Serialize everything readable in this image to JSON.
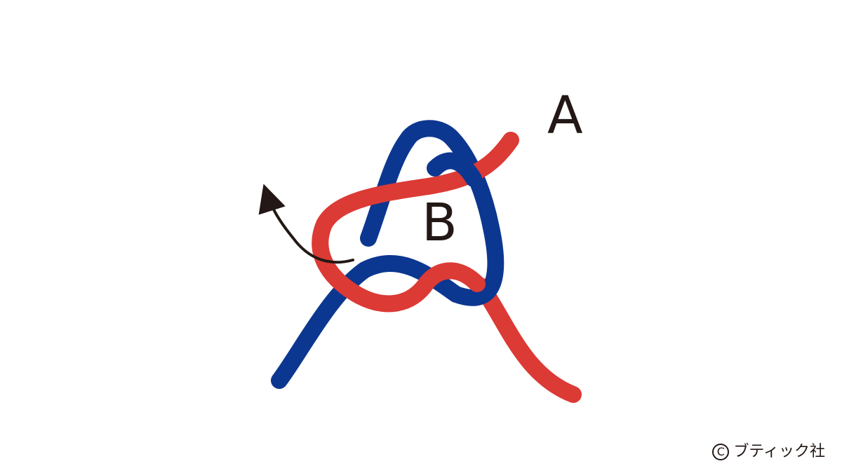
{
  "labels": {
    "a": "A",
    "b": "B"
  },
  "copyright": {
    "symbol": "C",
    "text": "ブティック社"
  },
  "colors": {
    "red_cord": "#dc3a35",
    "blue_cord": "#0c3790",
    "arrow": "#231815",
    "text": "#231815"
  }
}
